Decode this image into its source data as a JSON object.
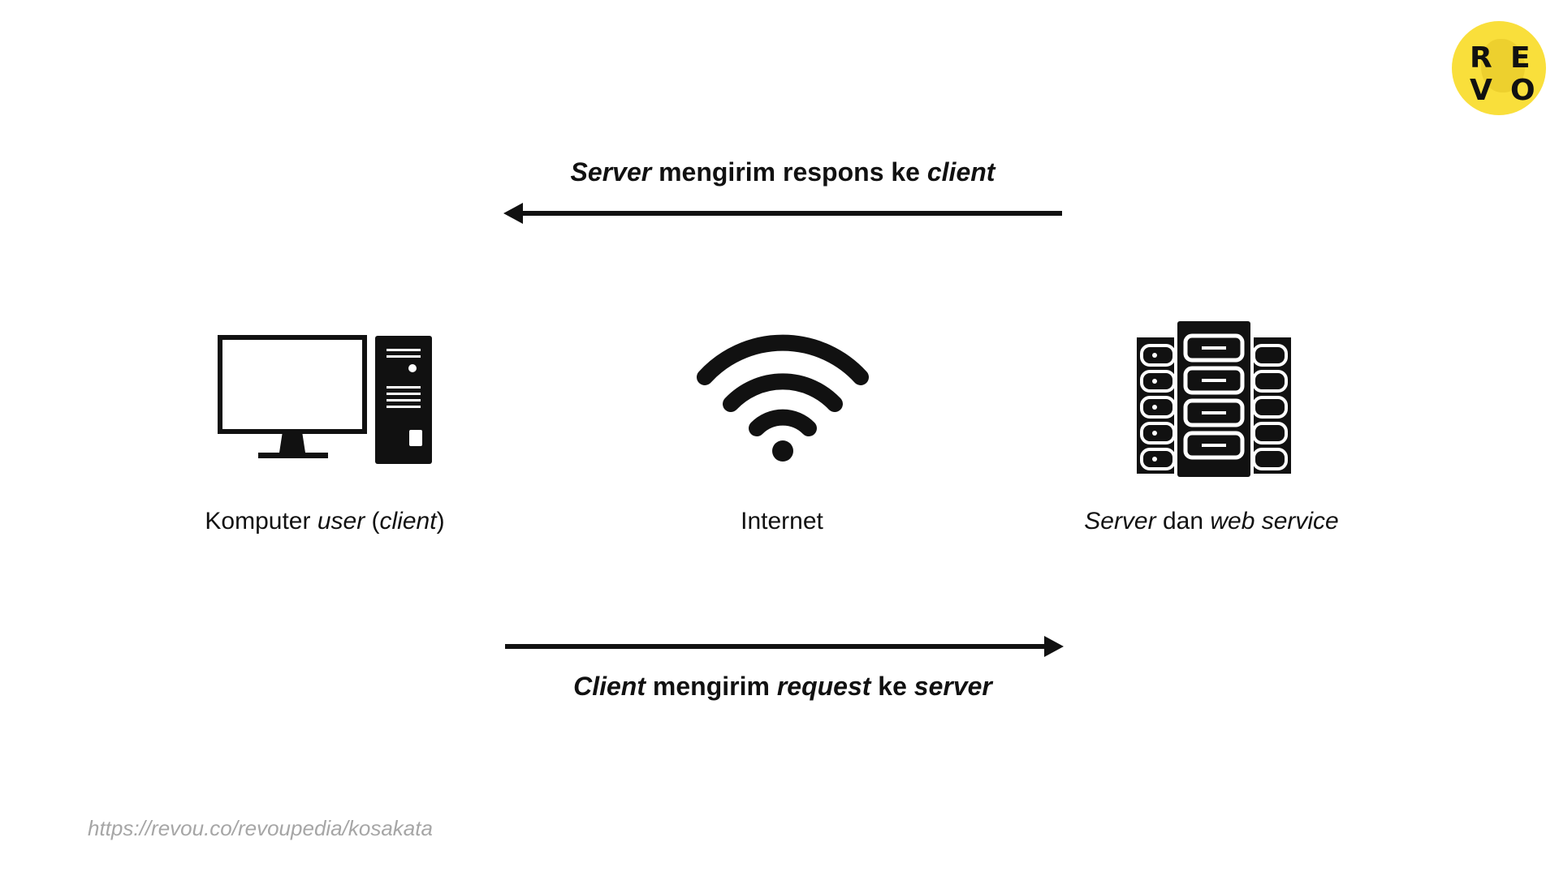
{
  "logo": {
    "letters": [
      "R",
      "E",
      "V",
      "O"
    ]
  },
  "top_message": {
    "part1": "Server",
    "part2": " mengirim respons ke ",
    "part3": "client"
  },
  "bottom_message": {
    "part1": "Client",
    "part2": " mengirim ",
    "part3": "request",
    "part4": " ke ",
    "part5": "server"
  },
  "nodes": {
    "client": {
      "icon": "desktop-computer-icon",
      "label_a": "Komputer ",
      "label_b": "user",
      "label_c": " (",
      "label_d": "client",
      "label_e": ")"
    },
    "internet": {
      "icon": "wifi-icon",
      "label": "Internet"
    },
    "server": {
      "icon": "server-rack-icon",
      "label_a": "Server",
      "label_b": " dan ",
      "label_c": "web service"
    }
  },
  "footer": {
    "url": "https://revou.co/revoupedia/kosakata"
  },
  "colors": {
    "logo_bg": "#f9df3b",
    "ink": "#111111",
    "footer_text": "#a6a6a6"
  }
}
